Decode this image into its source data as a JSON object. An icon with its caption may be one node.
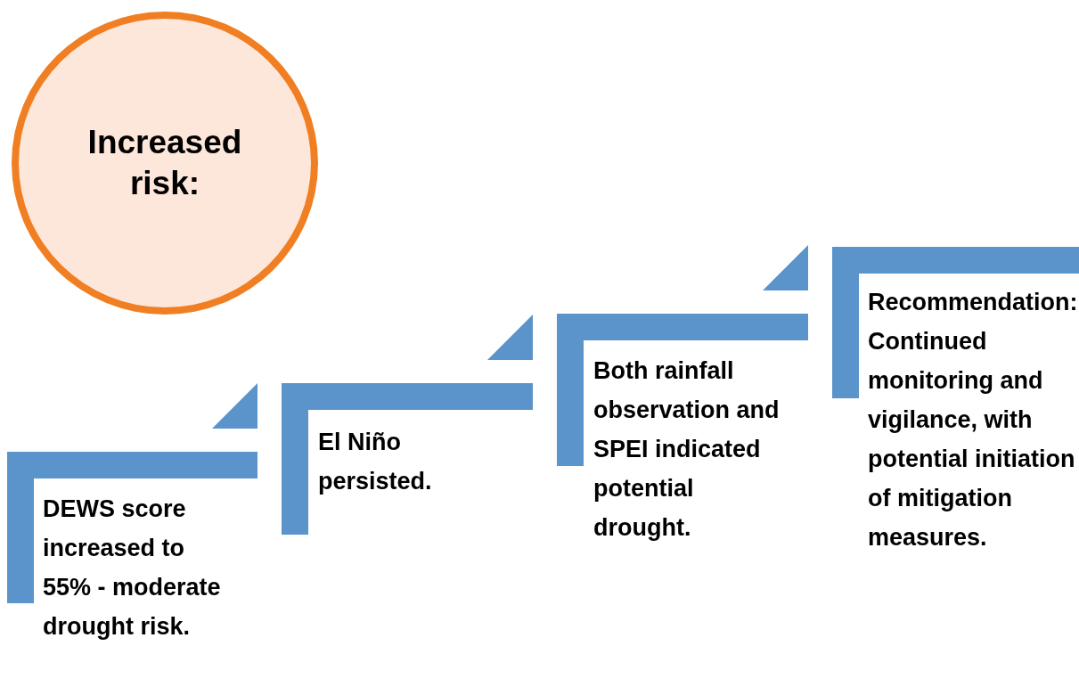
{
  "diagram": {
    "nodes": [
      {
        "text": [
          "Increased risk:"
        ]
      },
      {
        "text": [
          "DEWS score increased to 55% - moderate drought risk."
        ]
      },
      {
        "text": [
          "El Niño persisted."
        ]
      },
      {
        "text": [
          "Both rainfall observation and SPEI indicated potential drought."
        ]
      },
      {
        "text": [
          "Recommendation: Continued monitoring and vigilance, with potential initiation of mitigation measures."
        ]
      }
    ]
  }
}
